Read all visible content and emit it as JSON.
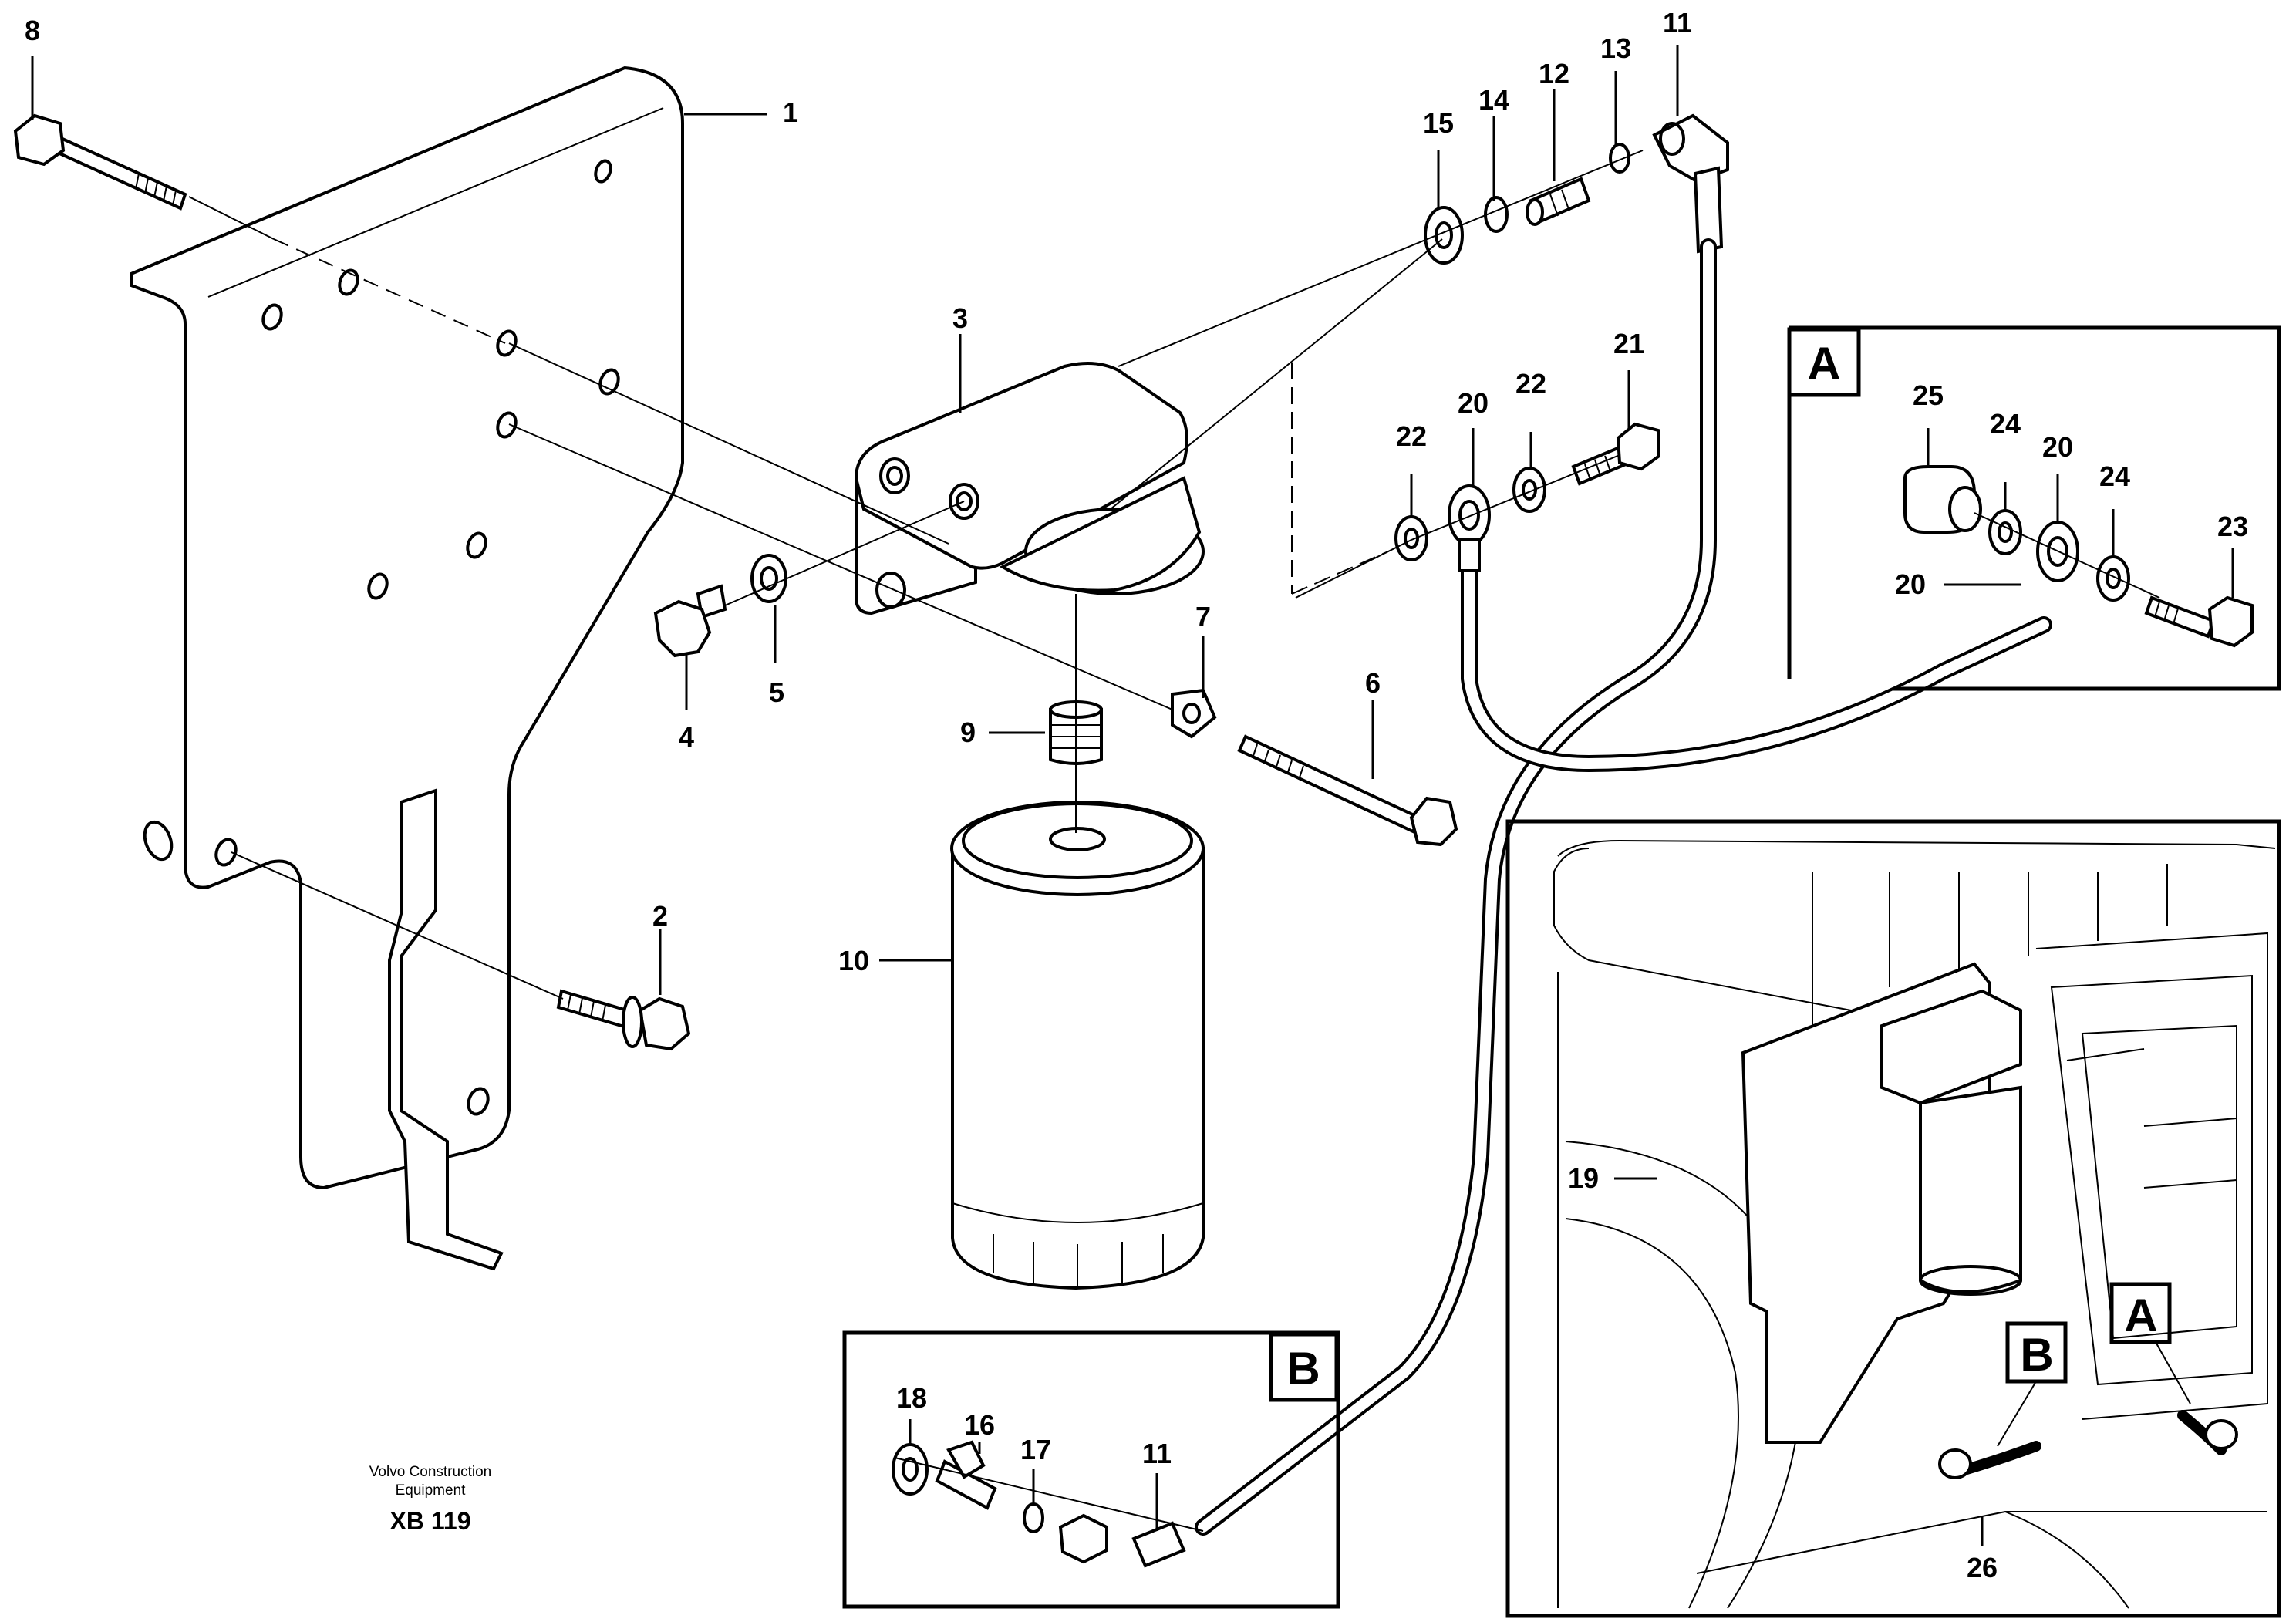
{
  "figure": {
    "part_numbers": [
      "1",
      "2",
      "3",
      "4",
      "5",
      "6",
      "7",
      "8",
      "9",
      "10",
      "11",
      "12",
      "13",
      "14",
      "15",
      "16",
      "17",
      "18",
      "19",
      "20",
      "21",
      "22",
      "23",
      "24",
      "25",
      "26"
    ],
    "detail_labels": {
      "detail_a": "A",
      "detail_b": "B",
      "pointer_a": "A",
      "pointer_b": "B"
    },
    "detail_a_labels": {
      "p25": "25",
      "p24a": "24",
      "p20a": "20",
      "p24b": "24",
      "p23": "23",
      "p20b": "20"
    },
    "detail_b_labels": {
      "p18": "18",
      "p16": "16",
      "p17": "17",
      "p11": "11"
    },
    "overview_labels": {
      "p19": "19",
      "p26": "26"
    },
    "main_labels": {
      "p1": "1",
      "p2": "2",
      "p3": "3",
      "p4": "4",
      "p5": "5",
      "p6": "6",
      "p7": "7",
      "p8": "8",
      "p9": "9",
      "p10": "10",
      "p11": "11",
      "p12": "12",
      "p13": "13",
      "p14": "14",
      "p15": "15",
      "p20": "20",
      "p21": "21",
      "p22a": "22",
      "p22b": "22"
    },
    "credit": {
      "line1": "Volvo Construction",
      "line2": "Equipment",
      "code": "XB 119"
    }
  }
}
